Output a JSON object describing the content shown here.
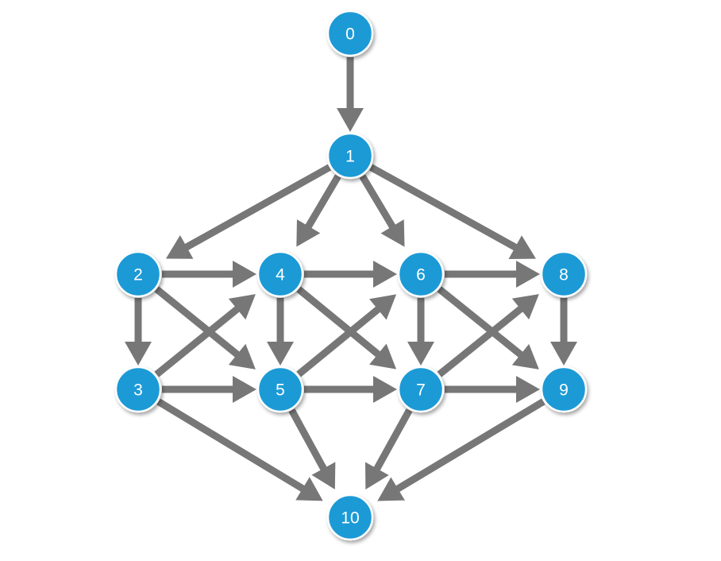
{
  "colors": {
    "node_fill": "#1a9ad6",
    "node_stroke": "#ffffff",
    "edge": "#777777"
  },
  "nodes": [
    {
      "id": 0,
      "label": "0"
    },
    {
      "id": 1,
      "label": "1"
    },
    {
      "id": 2,
      "label": "2"
    },
    {
      "id": 3,
      "label": "3"
    },
    {
      "id": 4,
      "label": "4"
    },
    {
      "id": 5,
      "label": "5"
    },
    {
      "id": 6,
      "label": "6"
    },
    {
      "id": 7,
      "label": "7"
    },
    {
      "id": 8,
      "label": "8"
    },
    {
      "id": 9,
      "label": "9"
    },
    {
      "id": 10,
      "label": "10"
    }
  ],
  "edges": [
    [
      0,
      1
    ],
    [
      1,
      2
    ],
    [
      1,
      4
    ],
    [
      1,
      6
    ],
    [
      1,
      8
    ],
    [
      2,
      4
    ],
    [
      2,
      3
    ],
    [
      2,
      5
    ],
    [
      3,
      4
    ],
    [
      3,
      5
    ],
    [
      3,
      10
    ],
    [
      4,
      6
    ],
    [
      4,
      5
    ],
    [
      4,
      7
    ],
    [
      5,
      6
    ],
    [
      5,
      7
    ],
    [
      5,
      10
    ],
    [
      6,
      8
    ],
    [
      6,
      7
    ],
    [
      6,
      9
    ],
    [
      7,
      8
    ],
    [
      7,
      9
    ],
    [
      7,
      10
    ],
    [
      8,
      9
    ],
    [
      9,
      10
    ]
  ]
}
